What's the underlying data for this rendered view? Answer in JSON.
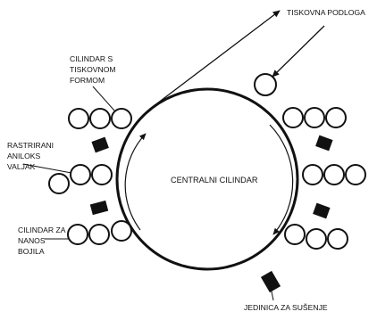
{
  "labels": {
    "substrate": "TISKOVNA PODLOGA",
    "plate_cylinder": [
      "CILINDAR S",
      "TISKOVNOM",
      "FORMOM"
    ],
    "anilox_roller": [
      "RASTRIRANI",
      "ANILOKS",
      "VALJAK"
    ],
    "central_cylinder": "CENTRALNI CILINDAR",
    "ink_cylinder": [
      "CILINDAR ZA",
      "NANOS",
      "BOJILA"
    ],
    "drying_unit": "JEDINICA ZA SUŠENJE"
  },
  "colors": {
    "line": "#111111",
    "background": "#ffffff"
  }
}
